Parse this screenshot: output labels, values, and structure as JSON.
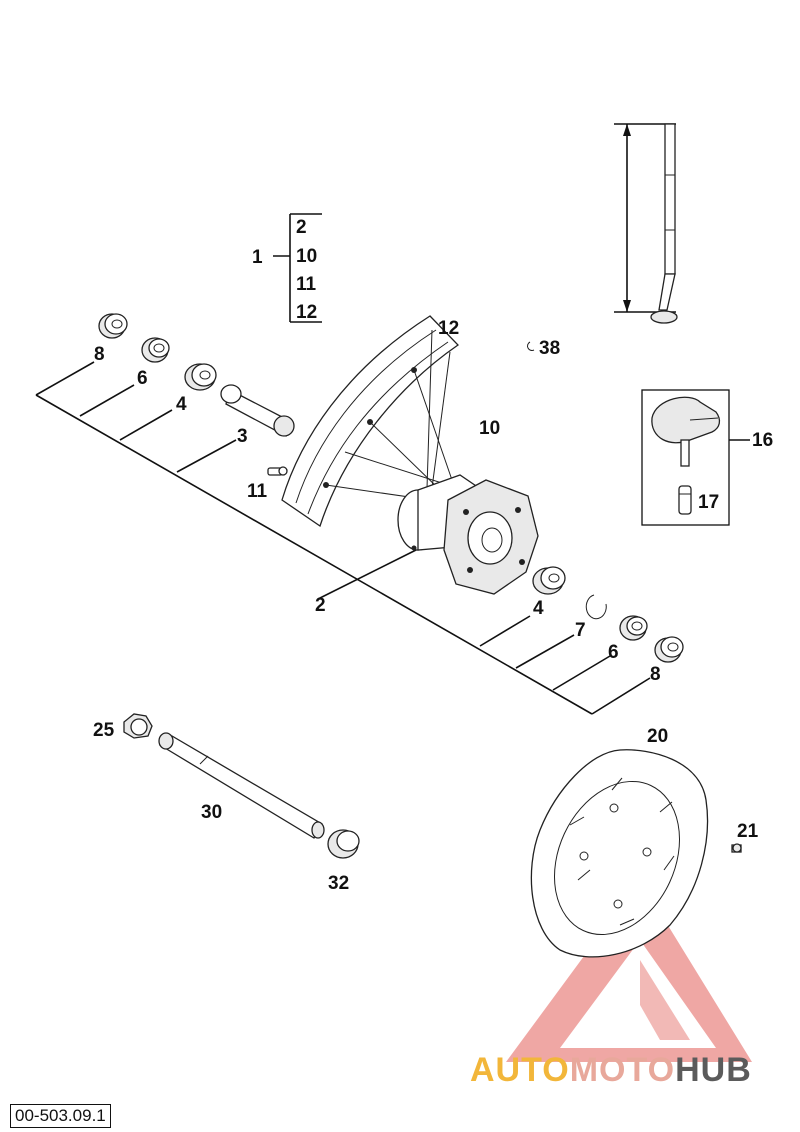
{
  "diagram": {
    "kit_group": {
      "parent": "1",
      "items": [
        "2",
        "10",
        "11",
        "12"
      ]
    },
    "callouts": {
      "rim": "12",
      "spokes": "10",
      "nipple": "11",
      "hub": "2",
      "distance_sleeve": "3",
      "bearing_left": "4",
      "bearing_right": "4",
      "spacer_left": "6",
      "spacer_right": "6",
      "collar_left": "8",
      "collar_right": "8",
      "circlip": "7",
      "valve_clip": "38",
      "tyre_valve": "16",
      "valve_core": "17",
      "brake_disc": "20",
      "disc_screw": "21",
      "axle_nut": "25",
      "wheel_spindle": "30",
      "spindle_cap": "32"
    }
  },
  "watermark": {
    "word_a": "AUTO",
    "word_b": "MOTO",
    "word_c": "HUB",
    "color_a": "#f2b63a",
    "color_b": "#e8a89b",
    "color_c": "#5b5b5b",
    "triangle_color": "#ea8a86"
  },
  "doc_id": "00-503.09.1"
}
